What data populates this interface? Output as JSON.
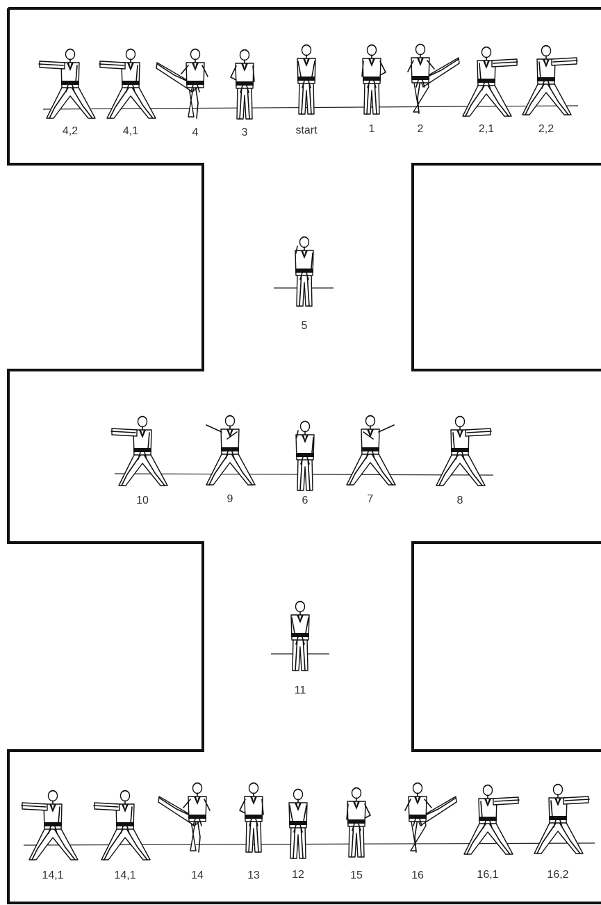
{
  "diagram": {
    "steps": [
      {
        "id": "s-4-2",
        "label": "4,2",
        "pose": "punch-left",
        "facing": "left"
      },
      {
        "id": "s-4-1",
        "label": "4,1",
        "pose": "punch-left",
        "facing": "left"
      },
      {
        "id": "s-4",
        "label": "4",
        "pose": "kick-left",
        "facing": "left"
      },
      {
        "id": "s-3",
        "label": "3",
        "pose": "block-side",
        "facing": "left"
      },
      {
        "id": "s-start",
        "label": "start",
        "pose": "ready",
        "facing": "front"
      },
      {
        "id": "s-1",
        "label": "1",
        "pose": "block-side",
        "facing": "right"
      },
      {
        "id": "s-2",
        "label": "2",
        "pose": "kick-right",
        "facing": "right"
      },
      {
        "id": "s-2-1",
        "label": "2,1",
        "pose": "punch-right",
        "facing": "right"
      },
      {
        "id": "s-2-2",
        "label": "2,2",
        "pose": "punch-right",
        "facing": "right"
      },
      {
        "id": "s-5",
        "label": "5",
        "pose": "high-block",
        "facing": "front"
      },
      {
        "id": "s-10",
        "label": "10",
        "pose": "punch-left",
        "facing": "left"
      },
      {
        "id": "s-9",
        "label": "9",
        "pose": "knife-left",
        "facing": "front"
      },
      {
        "id": "s-6",
        "label": "6",
        "pose": "high-block",
        "facing": "front"
      },
      {
        "id": "s-7",
        "label": "7",
        "pose": "knife-right",
        "facing": "front"
      },
      {
        "id": "s-8",
        "label": "8",
        "pose": "punch-right",
        "facing": "right"
      },
      {
        "id": "s-11",
        "label": "11",
        "pose": "ready",
        "facing": "front"
      },
      {
        "id": "s-14-1a",
        "label": "14,1",
        "pose": "punch-left",
        "facing": "left"
      },
      {
        "id": "s-14-1b",
        "label": "14,1",
        "pose": "punch-left",
        "facing": "left"
      },
      {
        "id": "s-14",
        "label": "14",
        "pose": "kick-left",
        "facing": "left"
      },
      {
        "id": "s-13",
        "label": "13",
        "pose": "block-side",
        "facing": "left"
      },
      {
        "id": "s-12",
        "label": "12",
        "pose": "ready",
        "facing": "front"
      },
      {
        "id": "s-15",
        "label": "15",
        "pose": "block-side",
        "facing": "right"
      },
      {
        "id": "s-16",
        "label": "16",
        "pose": "kick-right",
        "facing": "right"
      },
      {
        "id": "s-16-1",
        "label": "16,1",
        "pose": "punch-right",
        "facing": "right"
      },
      {
        "id": "s-16-2",
        "label": "16,2",
        "pose": "punch-right",
        "facing": "right"
      }
    ]
  }
}
